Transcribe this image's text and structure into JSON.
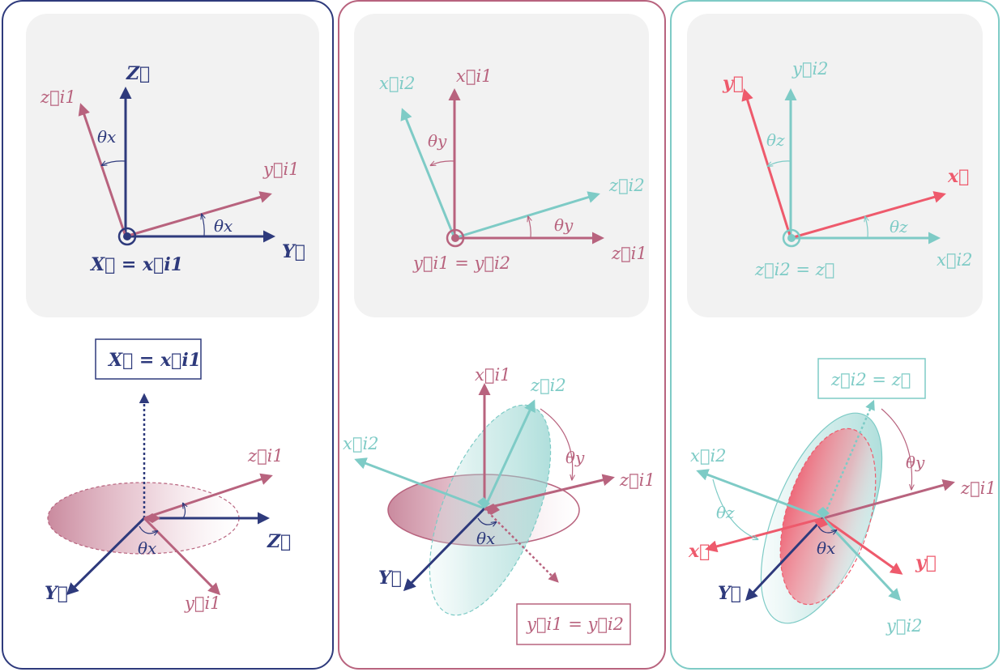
{
  "colors": {
    "navy": "#2e3a7c",
    "mauve": "#b8637e",
    "teal": "#7ecbc6",
    "red": "#ee5a6c",
    "inset_bg": "#f2f2f2"
  },
  "panel1": {
    "top": {
      "z_axis": "Z⃗",
      "zi1": "z⃗i1",
      "yi1": "y⃗i1",
      "y_axis": "Y⃗",
      "origin": "X⃗ = x⃗i1",
      "theta_a": "θx",
      "theta_b": "θx"
    },
    "bottom": {
      "box": "X⃗ = x⃗i1",
      "zi1": "z⃗i1",
      "z_axis": "Z⃗",
      "yi1": "y⃗i1",
      "y_axis": "Y⃗",
      "theta": "θx"
    }
  },
  "panel2": {
    "top": {
      "xi2": "x⃗i2",
      "xi1": "x⃗i1",
      "zi2": "z⃗i2",
      "zi1": "z⃗i1",
      "origin": "y⃗i1 = y⃗i2",
      "theta_a": "θy",
      "theta_b": "θy"
    },
    "bottom": {
      "xi1": "x⃗i1",
      "zi2": "z⃗i2",
      "xi2": "x⃗i2",
      "zi1": "z⃗i1",
      "y_axis": "Y⃗",
      "theta_y": "θy",
      "theta_x": "θx",
      "box": "y⃗i1 = y⃗i2"
    }
  },
  "panel3": {
    "top": {
      "y": "y⃗",
      "yi2": "y⃗i2",
      "x": "x⃗",
      "xi2": "x⃗i2",
      "origin": "z⃗i2 = z⃗",
      "theta_a": "θz",
      "theta_b": "θz"
    },
    "bottom": {
      "box": "z⃗i2 = z⃗",
      "xi2": "x⃗i2",
      "zi1": "z⃗i1",
      "x": "x⃗",
      "y": "y⃗",
      "yi2": "y⃗i2",
      "y_axis": "Y⃗",
      "theta_y": "θy",
      "theta_z": "θz",
      "theta_x": "θx"
    }
  }
}
